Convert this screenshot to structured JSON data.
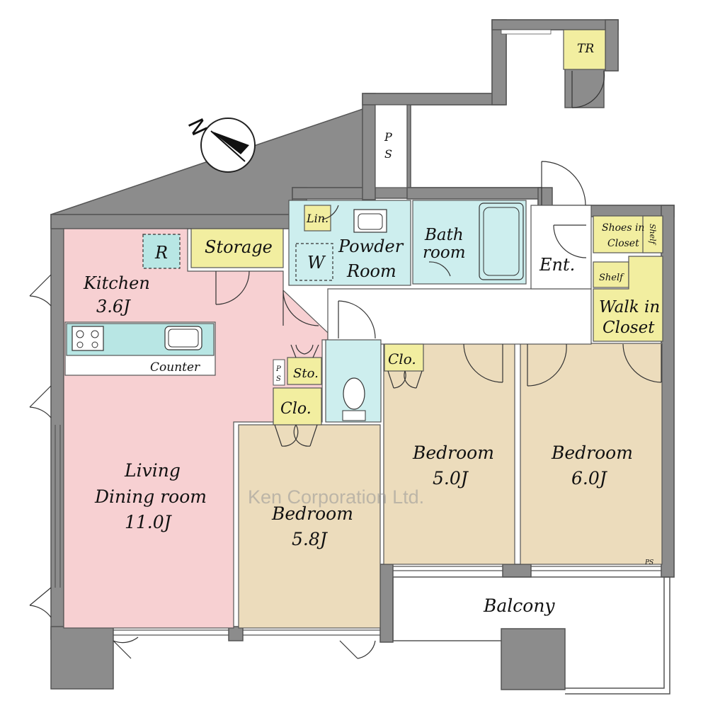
{
  "colors": {
    "living_pink": "#f7d0d2",
    "bedroom_tan": "#ecdcbc",
    "storage_yellow": "#f2eea0",
    "wet_teal": "#cdeeee",
    "counter_teal": "#b8e6e4",
    "hall_white": "#ffffff",
    "wall_gray": "#8c8c8c"
  },
  "labels": {
    "kitchen": "Kitchen",
    "kitchen_size": "3.6J",
    "refrigerator": "R",
    "storage": "Storage",
    "counter": "Counter",
    "living_1": "Living",
    "living_2": "Dining room",
    "living_size": "11.0J",
    "linen": "Lin.",
    "washer": "W",
    "powder_1": "Powder",
    "powder_2": "Room",
    "bath_1": "Bath",
    "bath_2": "room",
    "entrance": "Ent.",
    "shoes_1": "Shoes in",
    "shoes_2": "Closet",
    "shelf_a": "Shelf",
    "shelf_b": "Shelf",
    "walkin_1": "Walk in",
    "walkin_2": "Closet",
    "ps_top_1": "P",
    "ps_top_2": "S",
    "ps_small_1": "P",
    "ps_small_2": "S",
    "ps_corner": "PS",
    "sto": "Sto.",
    "clo_hall": "Clo.",
    "clo_bed2": "Clo.",
    "bedroom1": "Bedroom",
    "bedroom1_size": "5.8J",
    "bedroom2": "Bedroom",
    "bedroom2_size": "5.0J",
    "bedroom3": "Bedroom",
    "bedroom3_size": "6.0J",
    "balcony": "Balcony",
    "trunk_room": "TR",
    "watermark": "Ken Corporation Ltd.",
    "north": "N"
  }
}
